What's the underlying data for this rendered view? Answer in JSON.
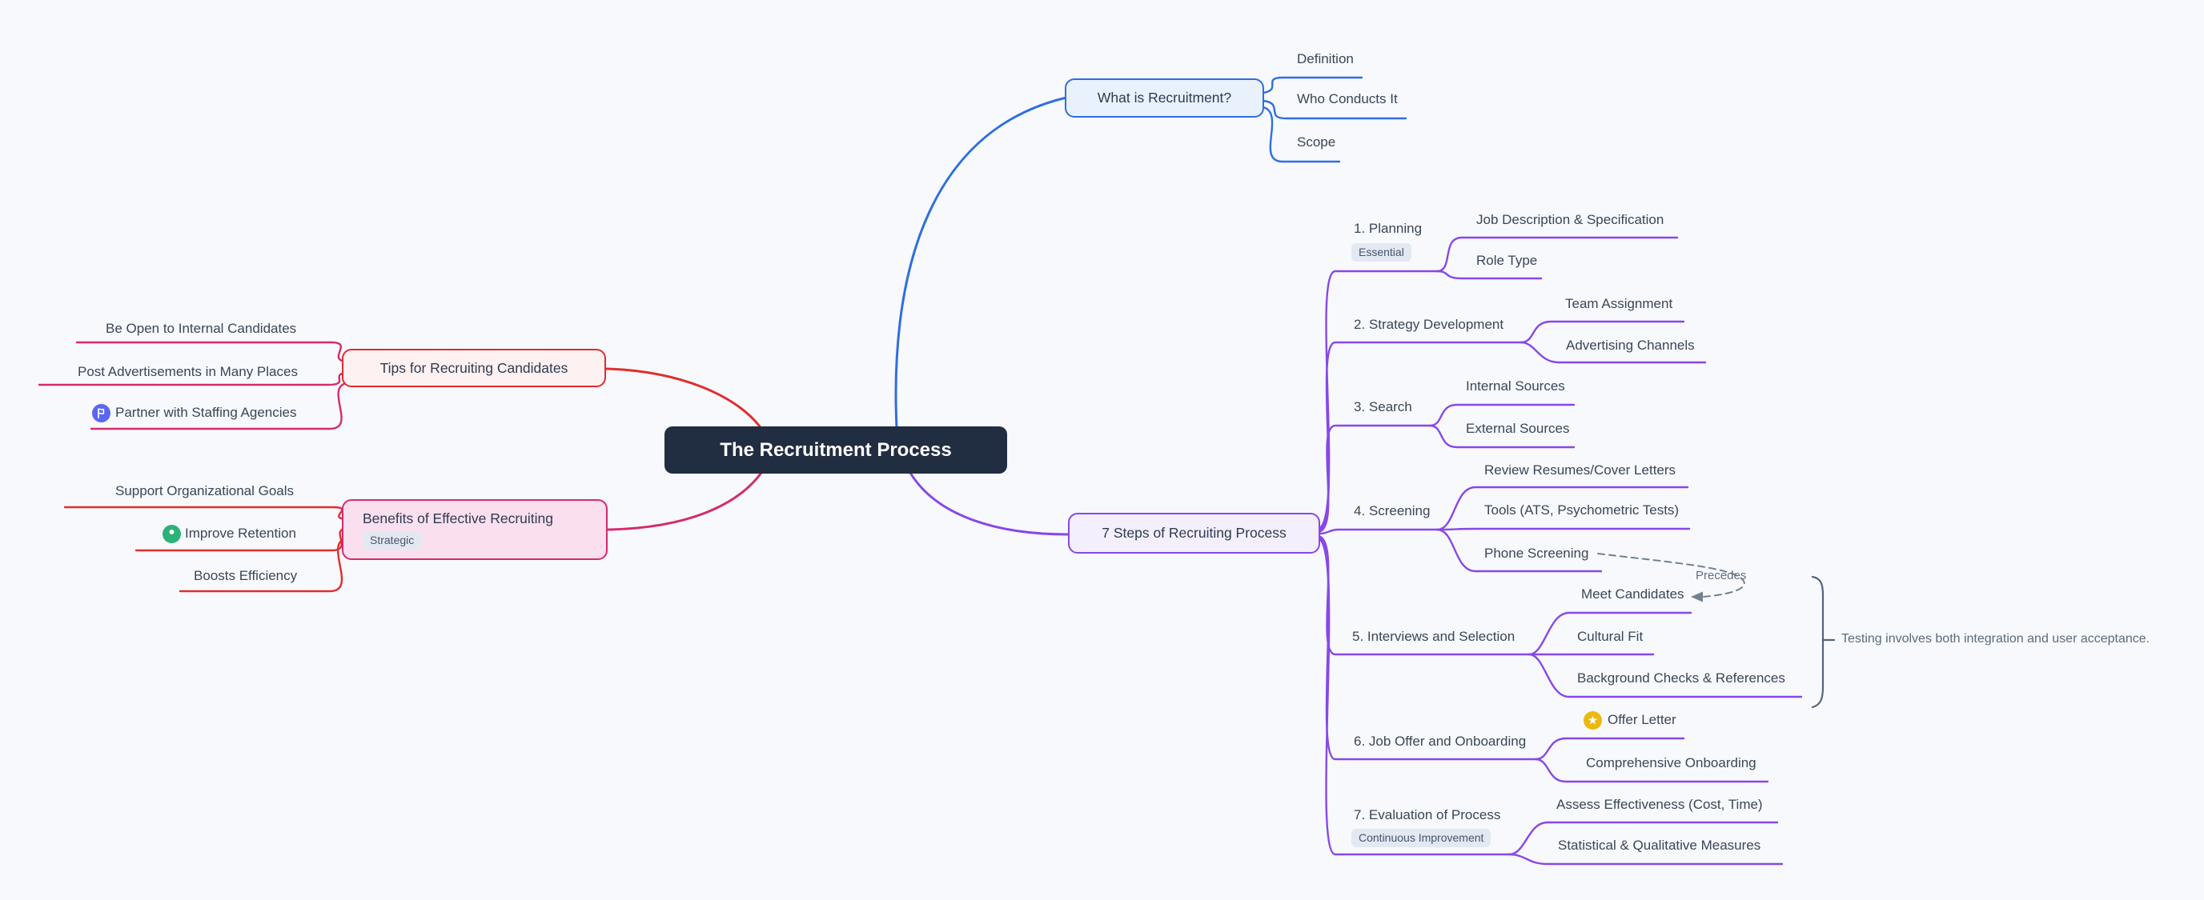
{
  "colors": {
    "background": "#f7f9fc",
    "root_bg": "#212d40",
    "branch_blue": "#2f6ee0",
    "branch_red": "#e12d2d",
    "branch_pink": "#d62a6e",
    "branch_purple": "#8848e8",
    "text": "#3b4658",
    "badge_bg": "#e3e9f2",
    "annotation": "#5d6b7c",
    "flag_icon_bg": "#5b67f1",
    "user_icon_bg": "#2cb179",
    "star_icon_bg": "#ecb90f"
  },
  "root": {
    "label": "The Recruitment Process"
  },
  "what": {
    "label": "What is Recruitment?",
    "children": [
      {
        "label": "Definition"
      },
      {
        "label": "Who Conducts It"
      },
      {
        "label": "Scope"
      }
    ]
  },
  "tips": {
    "label": "Tips for Recruiting Candidates",
    "children": [
      {
        "label": "Be Open to Internal Candidates"
      },
      {
        "label": "Post Advertisements in Many Places"
      },
      {
        "label": "Partner with Staffing Agencies",
        "icon": "flag-icon"
      }
    ]
  },
  "benefits": {
    "label": "Benefits of Effective Recruiting",
    "badge": "Strategic",
    "children": [
      {
        "label": "Support Organizational Goals"
      },
      {
        "label": "Improve Retention",
        "icon": "user-icon"
      },
      {
        "label": "Boosts Efficiency"
      }
    ]
  },
  "steps": {
    "label": "7 Steps of Recruiting Process",
    "items": [
      {
        "label": "1. Planning",
        "badge": "Essential",
        "children": [
          {
            "label": "Job Description & Specification"
          },
          {
            "label": "Role Type"
          }
        ]
      },
      {
        "label": "2. Strategy Development",
        "children": [
          {
            "label": "Team Assignment"
          },
          {
            "label": "Advertising Channels"
          }
        ]
      },
      {
        "label": "3. Search",
        "children": [
          {
            "label": "Internal Sources"
          },
          {
            "label": "External Sources"
          }
        ]
      },
      {
        "label": "4. Screening",
        "children": [
          {
            "label": "Review Resumes/Cover Letters"
          },
          {
            "label": "Tools (ATS, Psychometric Tests)"
          },
          {
            "label": "Phone Screening"
          }
        ]
      },
      {
        "label": "5. Interviews and Selection",
        "children": [
          {
            "label": "Meet Candidates"
          },
          {
            "label": "Cultural Fit"
          },
          {
            "label": "Background Checks & References"
          }
        ]
      },
      {
        "label": "6. Job Offer and Onboarding",
        "children": [
          {
            "label": "Offer Letter",
            "icon": "star-icon"
          },
          {
            "label": "Comprehensive Onboarding"
          }
        ]
      },
      {
        "label": "7. Evaluation of Process",
        "badge": "Continuous Improvement",
        "children": [
          {
            "label": "Assess Effectiveness (Cost, Time)"
          },
          {
            "label": "Statistical & Qualitative Measures"
          }
        ]
      }
    ]
  },
  "annotations": {
    "precedes": "Precedes",
    "note": "Testing involves both integration and user acceptance."
  }
}
